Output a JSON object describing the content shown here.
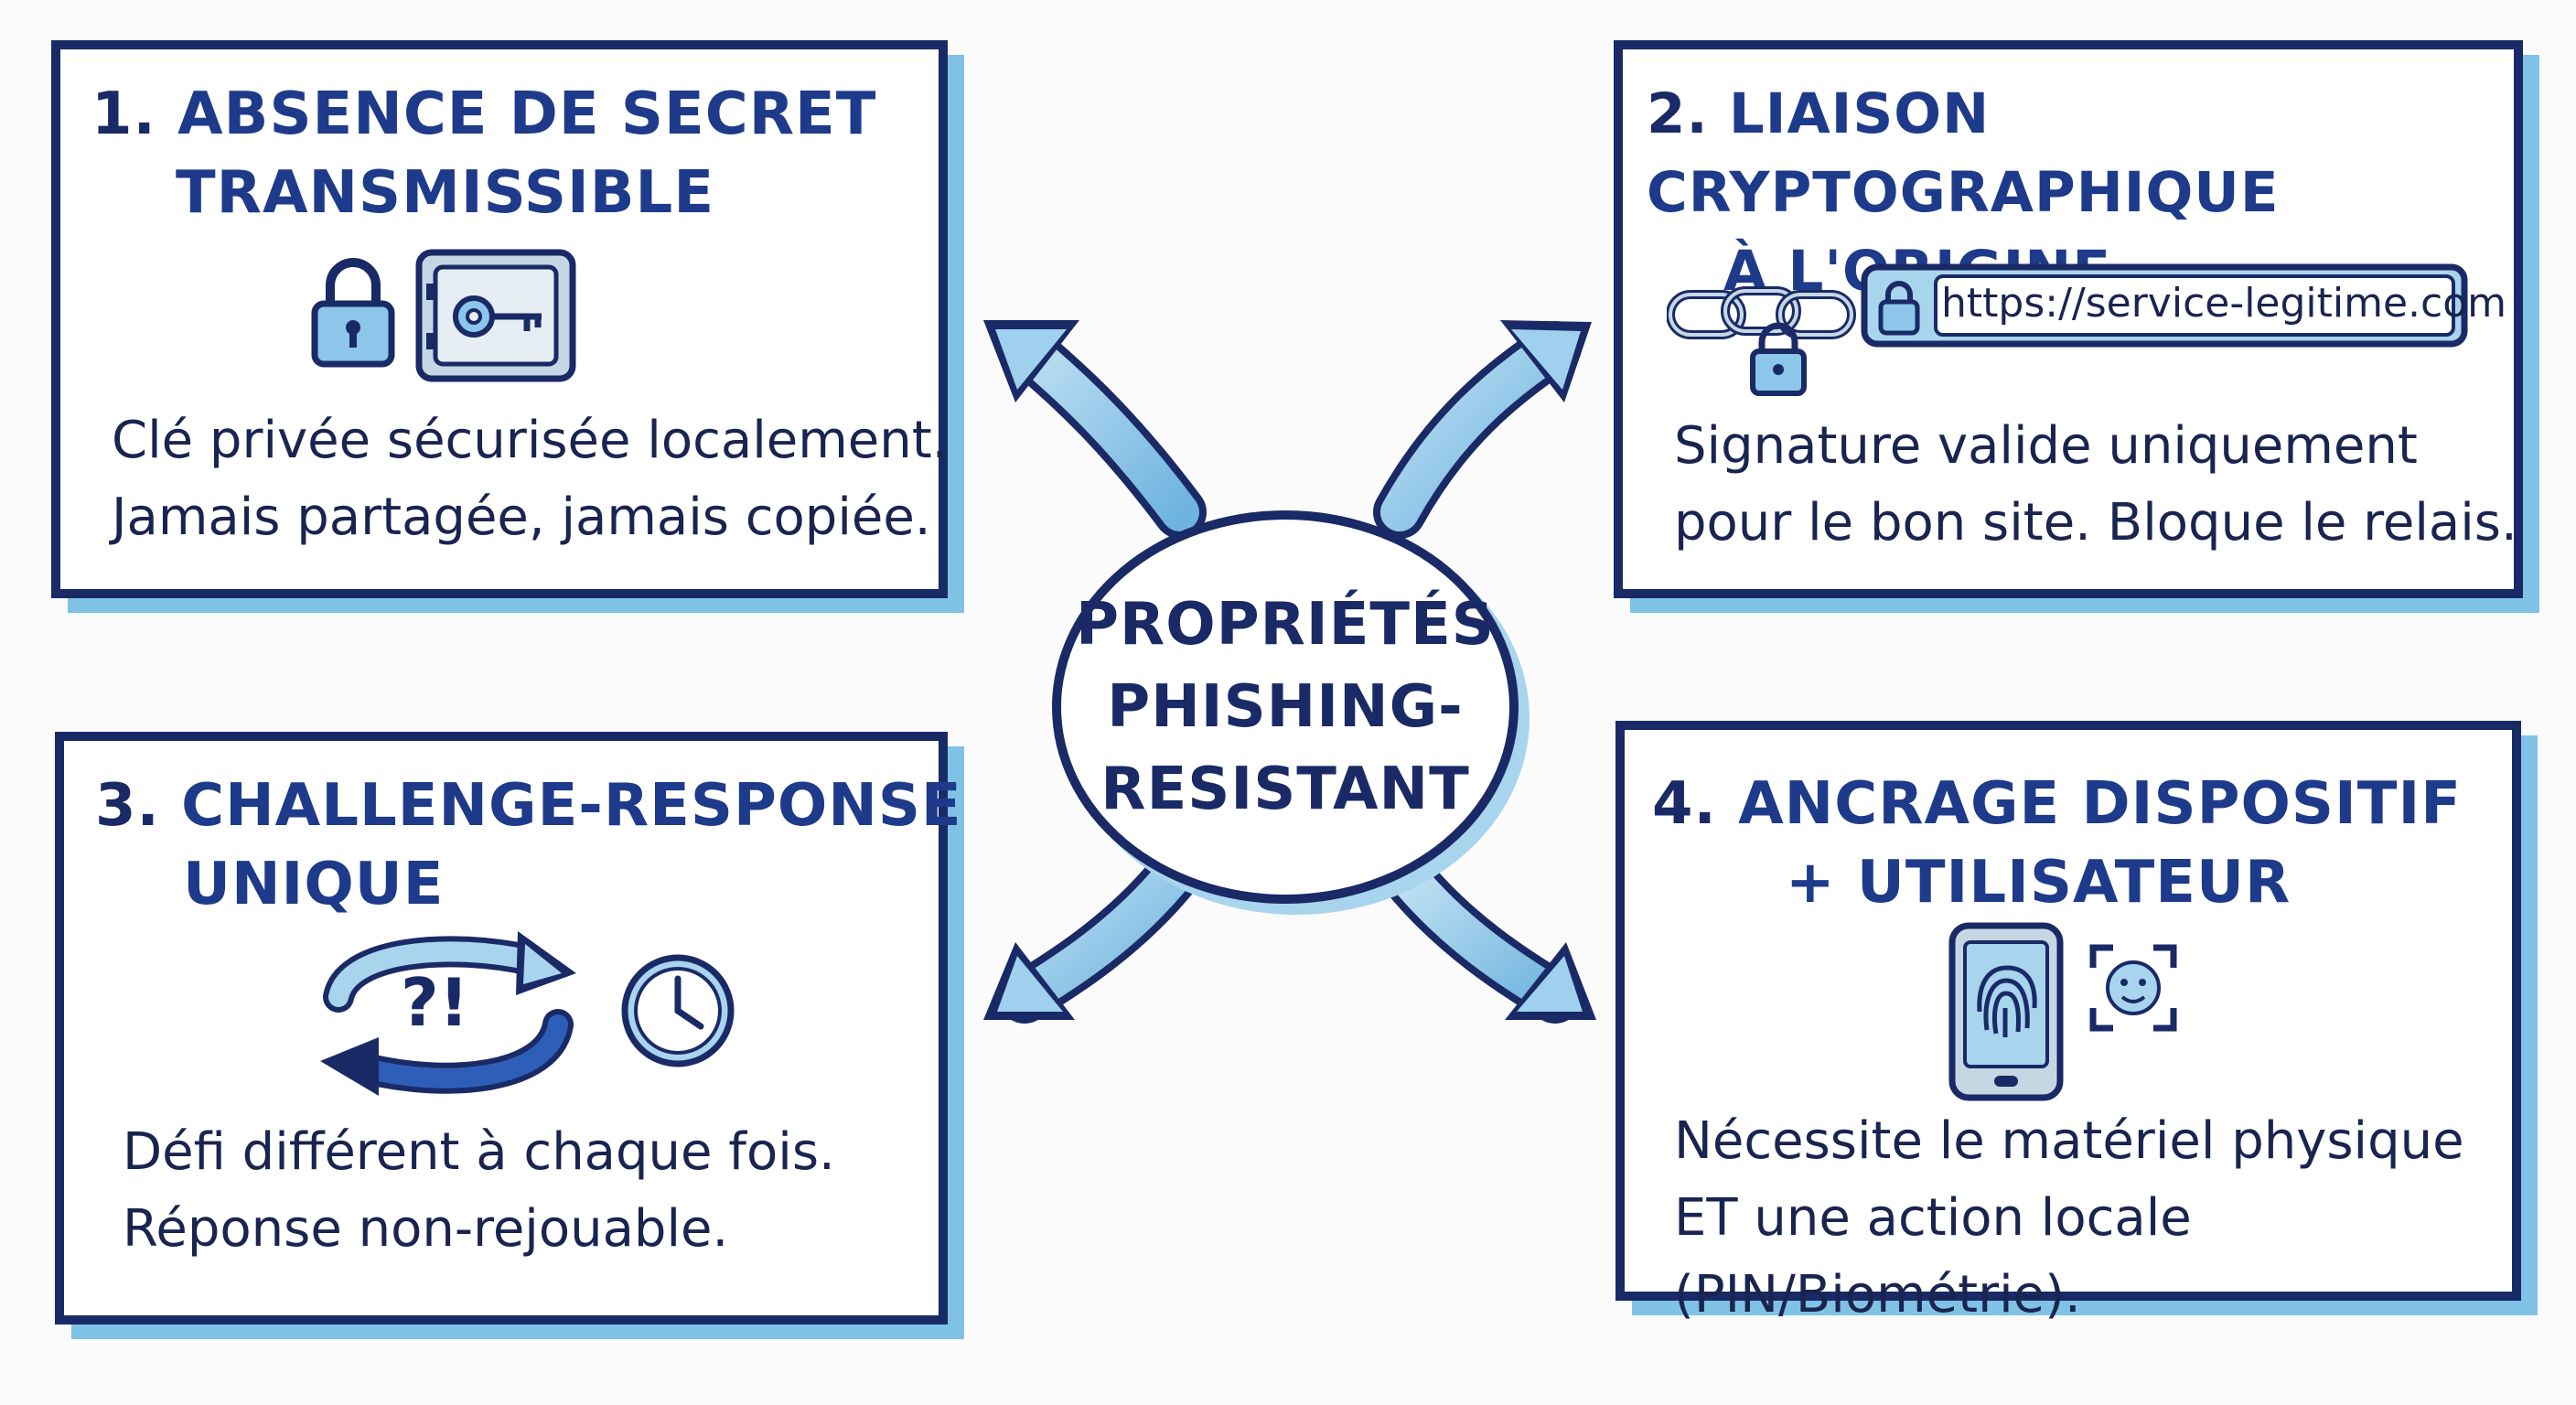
{
  "hub": {
    "line1": "PROPRIÉTÉS",
    "line2": "PHISHING-",
    "line3": "RESISTANT"
  },
  "cards": [
    {
      "number": "1.",
      "title_line1": "ABSENCE DE SECRET",
      "title_line2": "TRANSMISSIBLE",
      "body_line1": "Clé privée sécurisée localement.",
      "body_line2": "Jamais partagée, jamais copiée.",
      "icons": [
        "padlock-icon",
        "safe-key-icon"
      ]
    },
    {
      "number": "2.",
      "title_line1": "LIAISON CRYPTOGRAPHIQUE",
      "title_line2": "À L'ORIGINE",
      "url": "https://service-legitime.com",
      "body_line1": "Signature valide uniquement",
      "body_line2": "pour le bon site. Bloque le relais.",
      "icons": [
        "chain-icon",
        "padlock-icon",
        "url-bar-lock-icon"
      ]
    },
    {
      "number": "3.",
      "title_line1": "CHALLENGE-RESPONSE",
      "title_line2": "UNIQUE",
      "glyph": "?!",
      "body_line1": "Défi différent à chaque fois.",
      "body_line2": "Réponse non-rejouable.",
      "icons": [
        "cycle-arrows-icon",
        "clock-icon"
      ]
    },
    {
      "number": "4.",
      "title_line1": "ANCRAGE DISPOSITIF",
      "title_line2": "+ UTILISATEUR",
      "body_line1": "Nécessite le matériel physique",
      "body_line2": "ET une action locale (PIN/Biométrie).",
      "icons": [
        "phone-fingerprint-icon",
        "face-id-icon"
      ]
    }
  ],
  "colors": {
    "ink": "#1a2a66",
    "title": "#1e3a8a",
    "accent": "#7fc2e6",
    "accent_light": "#a9d4ee"
  }
}
